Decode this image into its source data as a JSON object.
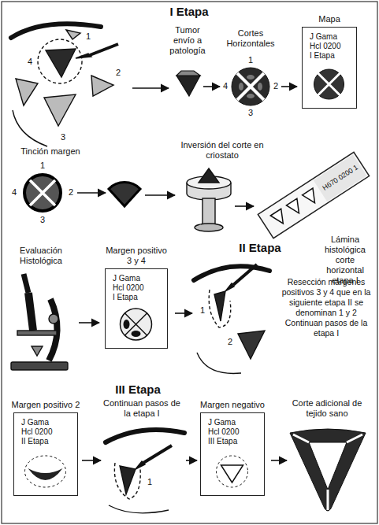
{
  "diagram": {
    "nodes": [
      {
        "text": [
          "Mapa",
          "J Gama Hcl 0200 I Etapa"
        ]
      },
      {
        "text": [
          "H670 0200 1",
          "Lámina histológica corte horizontal etapa I"
        ]
      },
      {
        "text": [
          "Margen positivo 3 y 4",
          "J Gama Hcl 0200 I Etapa"
        ]
      },
      {
        "text": [
          "Margen positivo 2",
          "J Gama Hcl 0200 II Etapa"
        ]
      },
      {
        "text": [
          "Margen negativo",
          "J Gama Hcl 0200 III Etapa"
        ]
      }
    ],
    "labels": [
      "I Etapa",
      "1",
      "2",
      "3",
      "4",
      "Tumor envío a patología",
      "Cortes Horizontales",
      "1",
      "2",
      "3",
      "4",
      "Tinción margen",
      "1",
      "2",
      "3",
      "4",
      "Inversión del corte en criostato",
      "Evaluación Histológica",
      "II Etapa",
      "1",
      "2",
      "Resección márgenes positivos 3 y 4 que en la siguiente etapa II se denominan 1 y 2 Continuan pasos de la etapa I",
      "III Etapa",
      "Continuan pasos de la etapa I",
      "1",
      "Corte adicional de tejido sano"
    ]
  }
}
